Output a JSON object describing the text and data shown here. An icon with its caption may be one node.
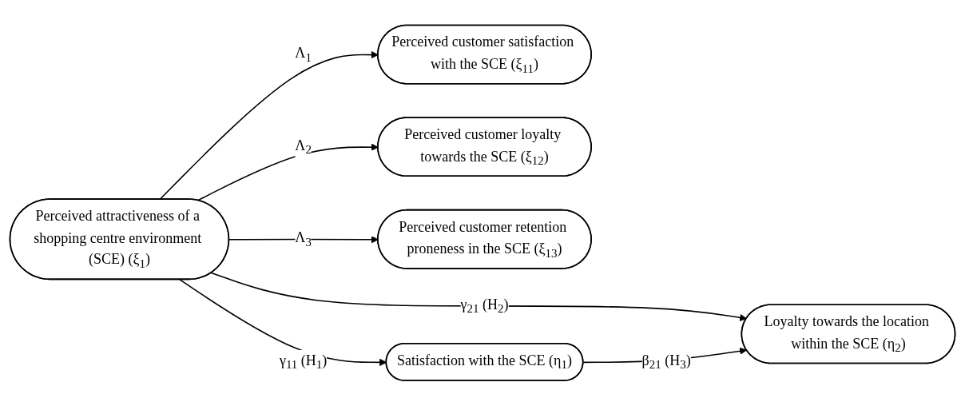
{
  "diagram": {
    "nodes": [
      {
        "text": [
          "Perceived customer satisfaction with the SCE (ξ$_{11}$)"
        ]
      },
      {
        "text": [
          "Perceived customer loyalty towards the SCE (ξ$_{12}$)"
        ]
      },
      {
        "text": [
          "Perceived customer retention proneness in the SCE (ξ$_{13}$)"
        ]
      },
      {
        "text": [
          "Perceived attractiveness of a shopping centre environment (SCE) (ξ$_{1}$)"
        ]
      },
      {
        "text": [
          "Satisfaction with the SCE (η$_{1}$)"
        ]
      },
      {
        "text": [
          "Loyalty towards the location within the SCE (η$_{2}$)"
        ]
      }
    ],
    "edges": [
      {
        "from": 3,
        "to": 0,
        "arrow": "to",
        "label": "Λ$_{1}$"
      },
      {
        "from": 3,
        "to": 1,
        "arrow": "to",
        "label": "Λ$_{2}$"
      },
      {
        "from": 3,
        "to": 2,
        "arrow": "to",
        "label": "Λ$_{3}$"
      },
      {
        "from": 3,
        "to": 4,
        "arrow": "to",
        "label": "γ$_{11}$ (H$_{1}$)"
      },
      {
        "from": 3,
        "to": 5,
        "arrow": "to",
        "label": "γ$_{21}$ (H$_{2}$)"
      },
      {
        "from": 4,
        "to": 5,
        "arrow": "to",
        "label": "β$_{21}$ (H$_{3}$)"
      }
    ]
  }
}
